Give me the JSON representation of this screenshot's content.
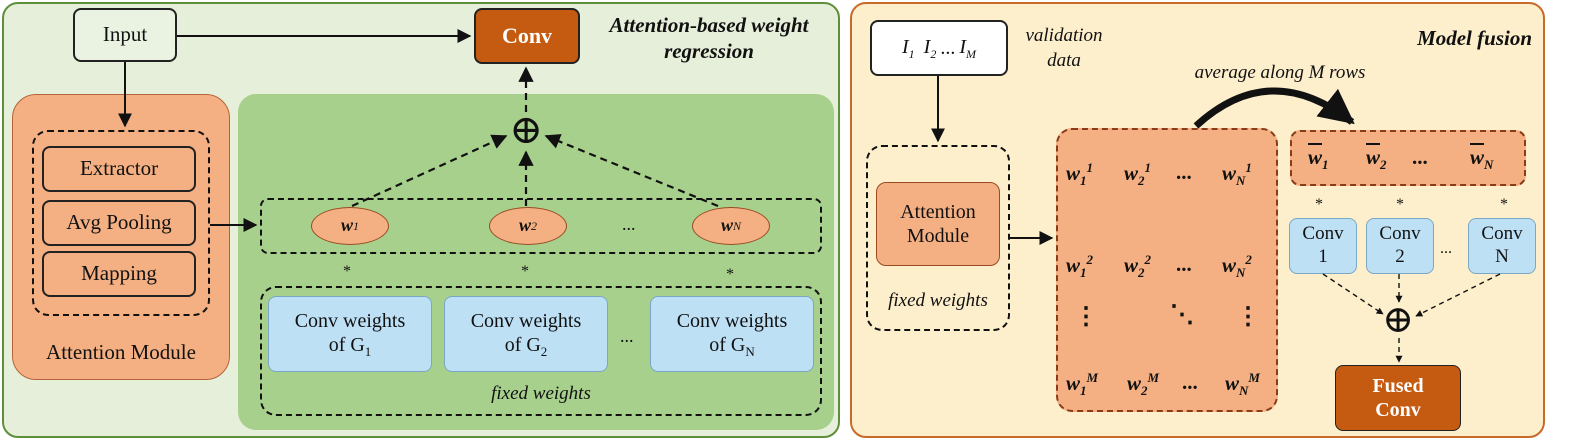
{
  "left_panel": {
    "title_line1": "Attention-based weight",
    "title_line2": "regression",
    "input_label": "Input",
    "conv_label": "Conv",
    "attention_module": {
      "items": [
        "Extractor",
        "Avg Pooling",
        "Mapping"
      ],
      "label": "Attention Module"
    },
    "weights": [
      "w",
      "w",
      "w"
    ],
    "weight_subs": [
      "1",
      "2",
      "N"
    ],
    "weights_ellipsis": "...",
    "star": "*",
    "conv_weights": [
      {
        "line1": "Conv weights",
        "line2": "of G",
        "sub": "1"
      },
      {
        "line1": "Conv weights",
        "line2": "of G",
        "sub": "2"
      },
      {
        "line1": "Conv weights",
        "line2": "of G",
        "sub": "N"
      }
    ],
    "conv_ellipsis": "...",
    "fixed_weights": "fixed weights"
  },
  "right_panel": {
    "title": "Model fusion",
    "val_I": "I",
    "val_subs": [
      "1",
      "2",
      "M"
    ],
    "val_ellipsis": "...",
    "validation_line1": "validation",
    "validation_line2": "data",
    "attention_line1": "Attention",
    "attention_line2": "Module",
    "fixed_weights": "fixed weights",
    "average_label": "average along M rows",
    "matrix": {
      "w": "w",
      "cols": [
        "1",
        "2",
        "N"
      ],
      "rows": [
        "1",
        "2",
        "M"
      ],
      "dots_h": "...",
      "dots_v": "⋮",
      "dots_d": "⋱"
    },
    "mean_w": "w",
    "mean_subs": [
      "1",
      "2",
      "N"
    ],
    "mean_ellipsis": "...",
    "star": "*",
    "convs": [
      {
        "line1": "Conv",
        "line2": "1"
      },
      {
        "line1": "Conv",
        "line2": "2"
      },
      {
        "line1": "Conv",
        "line2": "N"
      }
    ],
    "conv_ellipsis": "...",
    "fused_line1": "Fused",
    "fused_line2": "Conv"
  },
  "plus_symbol": "⊕",
  "colors": {
    "left_bg": "#e6efd9",
    "left_border": "#5e8f3c",
    "green_area": "#a8d08d",
    "orange": "#f4b083",
    "dark_orange": "#c55a11",
    "blue": "#bde0f5",
    "right_bg": "#fdefcc",
    "right_border": "#c76a2a"
  }
}
